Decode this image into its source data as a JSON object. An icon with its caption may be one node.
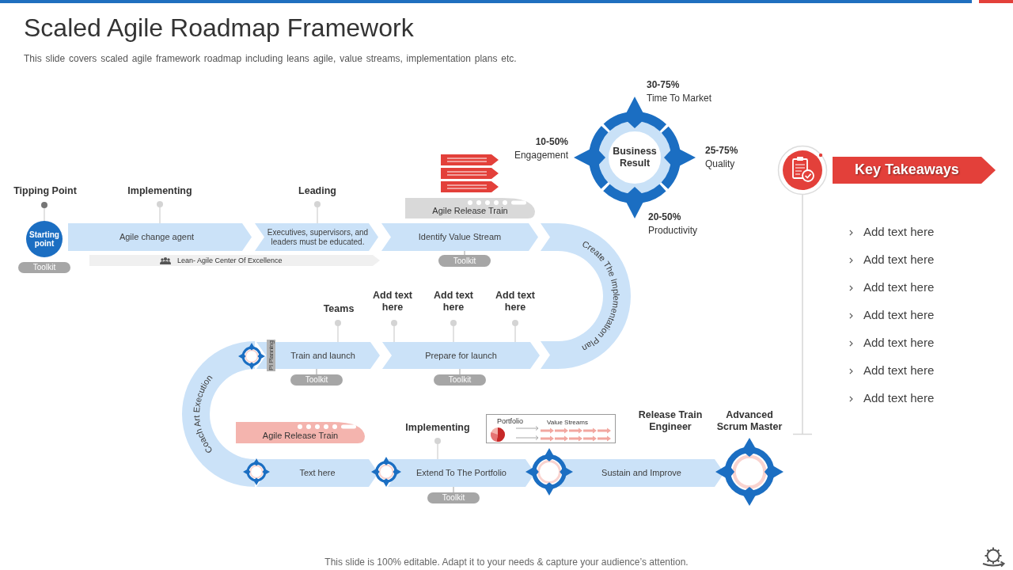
{
  "diagram": {
    "title": "Scaled Agile Roadmap Framework",
    "nodes": [
      {
        "text": [
          "Starting point"
        ],
        "beside": [
          "Tipping Point"
        ]
      },
      {
        "text": [
          "Toolkit"
        ]
      },
      {
        "text": [
          "Agile change agent"
        ],
        "beside": [
          "Implementing"
        ]
      },
      {
        "text": [
          "Executives, supervisors, and leaders must be educated."
        ],
        "beside": [
          "Leading"
        ]
      },
      {
        "text": [
          "Lean- Agile Center Of Excellence"
        ]
      },
      {
        "text": [
          "Agile Release Train"
        ]
      },
      {
        "text": [
          "Identify Value Stream"
        ]
      },
      {
        "text": [
          "Toolkit"
        ]
      },
      {
        "text": [
          "Business Result"
        ],
        "beside": [
          "30-75%",
          "Time To Market",
          "10-50%",
          "Engagement",
          "25-75%",
          "Quality",
          "20-50%",
          "Productivity"
        ]
      },
      {
        "text": [
          "Key Takeaways"
        ]
      },
      {
        "text": [
          "Create The Implementation Plan"
        ]
      },
      {
        "text": [
          "PI Planning",
          "Train and launch"
        ],
        "beside": [
          "Teams"
        ]
      },
      {
        "text": [
          "Prepare for launch"
        ],
        "beside": [
          "Add text here",
          "Add text here"
        ]
      },
      {
        "text": [
          "Toolkit"
        ]
      },
      {
        "text": [
          "Toolkit"
        ]
      },
      {
        "text": [
          "Coach Art Execution"
        ]
      },
      {
        "text": [
          "Agile Release Train"
        ]
      },
      {
        "text": [
          "Portfolio",
          "Value Streams"
        ]
      },
      {
        "text": [
          "Text here"
        ]
      },
      {
        "text": [
          "Extend To The Portfolio"
        ],
        "beside": [
          "Implementing"
        ]
      },
      {
        "text": [
          "Toolkit"
        ]
      },
      {
        "text": [
          "Sustain and Improve"
        ]
      }
    ],
    "edges": [
      {
        "from": 6,
        "to": 7,
        "arrow": "none"
      },
      {
        "from": 11,
        "to": 13,
        "arrow": "none"
      },
      {
        "from": 12,
        "to": 14,
        "arrow": "none"
      },
      {
        "from": 19,
        "to": 20,
        "arrow": "none"
      }
    ],
    "labels": [
      "This slide covers scaled agile framework roadmap including leans agile, value streams, implementation plans etc.",
      "Add text here",
      "Add text here",
      "Add text here",
      "Add text here",
      "Add text here",
      "Add text here",
      "Add text here",
      "Add text here",
      "Release Train Engineer",
      "Advanced Scrum Master",
      "This slide is 100% editable. Adapt it to your needs & capture your audience’s attention."
    ]
  }
}
